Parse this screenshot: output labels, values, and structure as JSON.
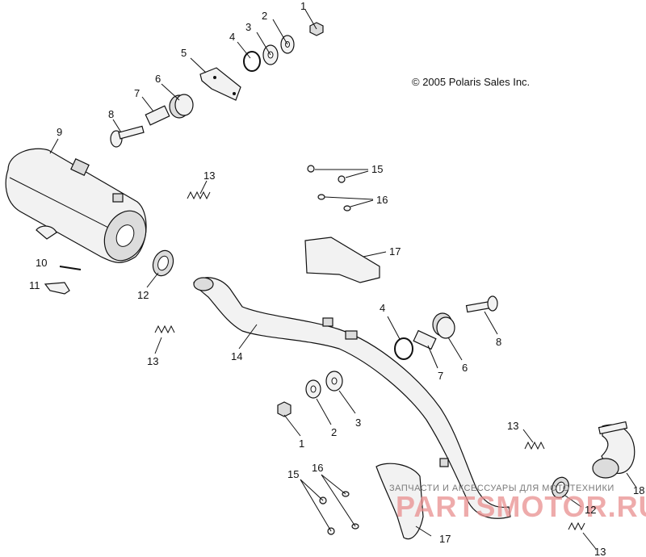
{
  "copyright": "© 2005 Polaris Sales Inc.",
  "watermark": {
    "line1": "ЗАПЧАСТИ И АКСЕССУАРЫ ДЛЯ МОТОТЕХНИКИ",
    "line2": "PARTSMOTOR.RU"
  },
  "callouts": {
    "c1a": "1",
    "c2a": "2",
    "c3a": "3",
    "c4a": "4",
    "c5": "5",
    "c6a": "6",
    "c7a": "7",
    "c8a": "8",
    "c9": "9",
    "c10": "10",
    "c11": "11",
    "c12a": "12",
    "c13a": "13",
    "c13b": "13",
    "c14": "14",
    "c15a": "15",
    "c16a": "16",
    "c17a": "17",
    "c4b": "4",
    "c8b": "8",
    "c7b": "7",
    "c6b": "6",
    "c1b": "1",
    "c2b": "2",
    "c3b": "3",
    "c13c": "13",
    "c18": "18",
    "c15b": "15",
    "c16b": "16",
    "c17b": "17",
    "c12b": "12",
    "c13d": "13"
  }
}
